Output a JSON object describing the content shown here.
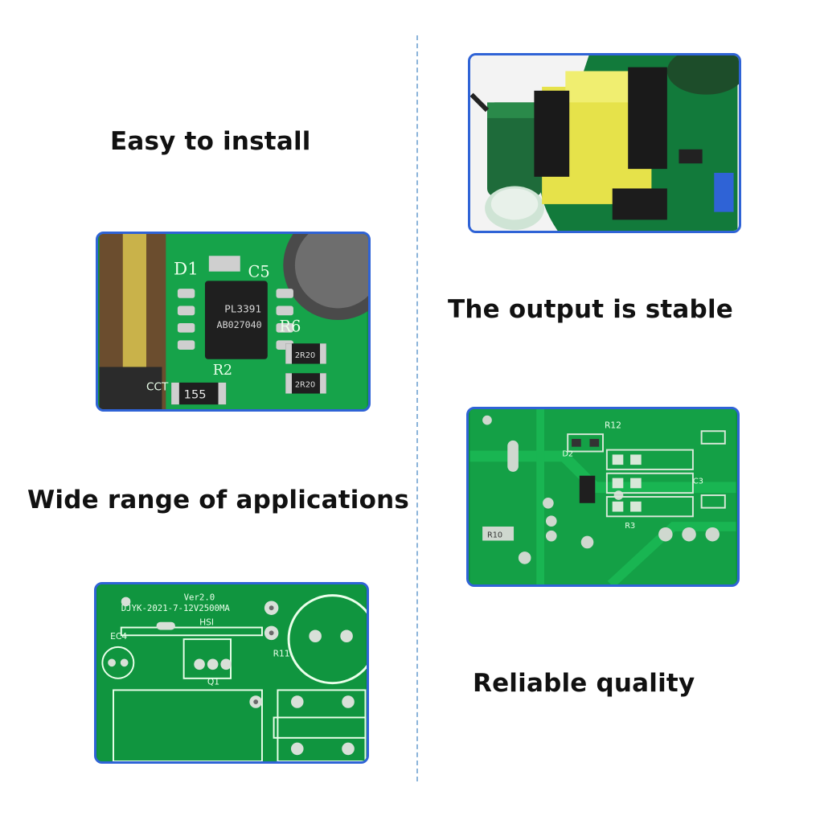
{
  "captions": {
    "easy_install": "Easy to install",
    "output_stable": "The output is stable",
    "wide_range": "Wide range of applications",
    "reliable": "Reliable quality"
  },
  "board_labels": {
    "chip_top": "PL3391",
    "chip_bottom": "AB027040",
    "d1": "D1",
    "c5": "C5",
    "r6": "R6",
    "r2": "R2",
    "cct": "CCT",
    "res_155": "155",
    "res_2r20_a": "2R20",
    "res_2r20_b": "2R20",
    "r10": "R10",
    "r12": "R12",
    "d2": "D2",
    "c3": "C3",
    "r3": "R3",
    "hsi": "HSI",
    "q1": "Q1",
    "r11": "R11",
    "ec4": "EC4",
    "silk_line1": "DJYK-2021-7-12V2500MA",
    "silk_line2": "Ver2.0"
  },
  "colors": {
    "accent_border": "#2f63d6",
    "divider": "#8cb4da",
    "pcb_green": "#0f8f3e",
    "text": "#111111"
  }
}
